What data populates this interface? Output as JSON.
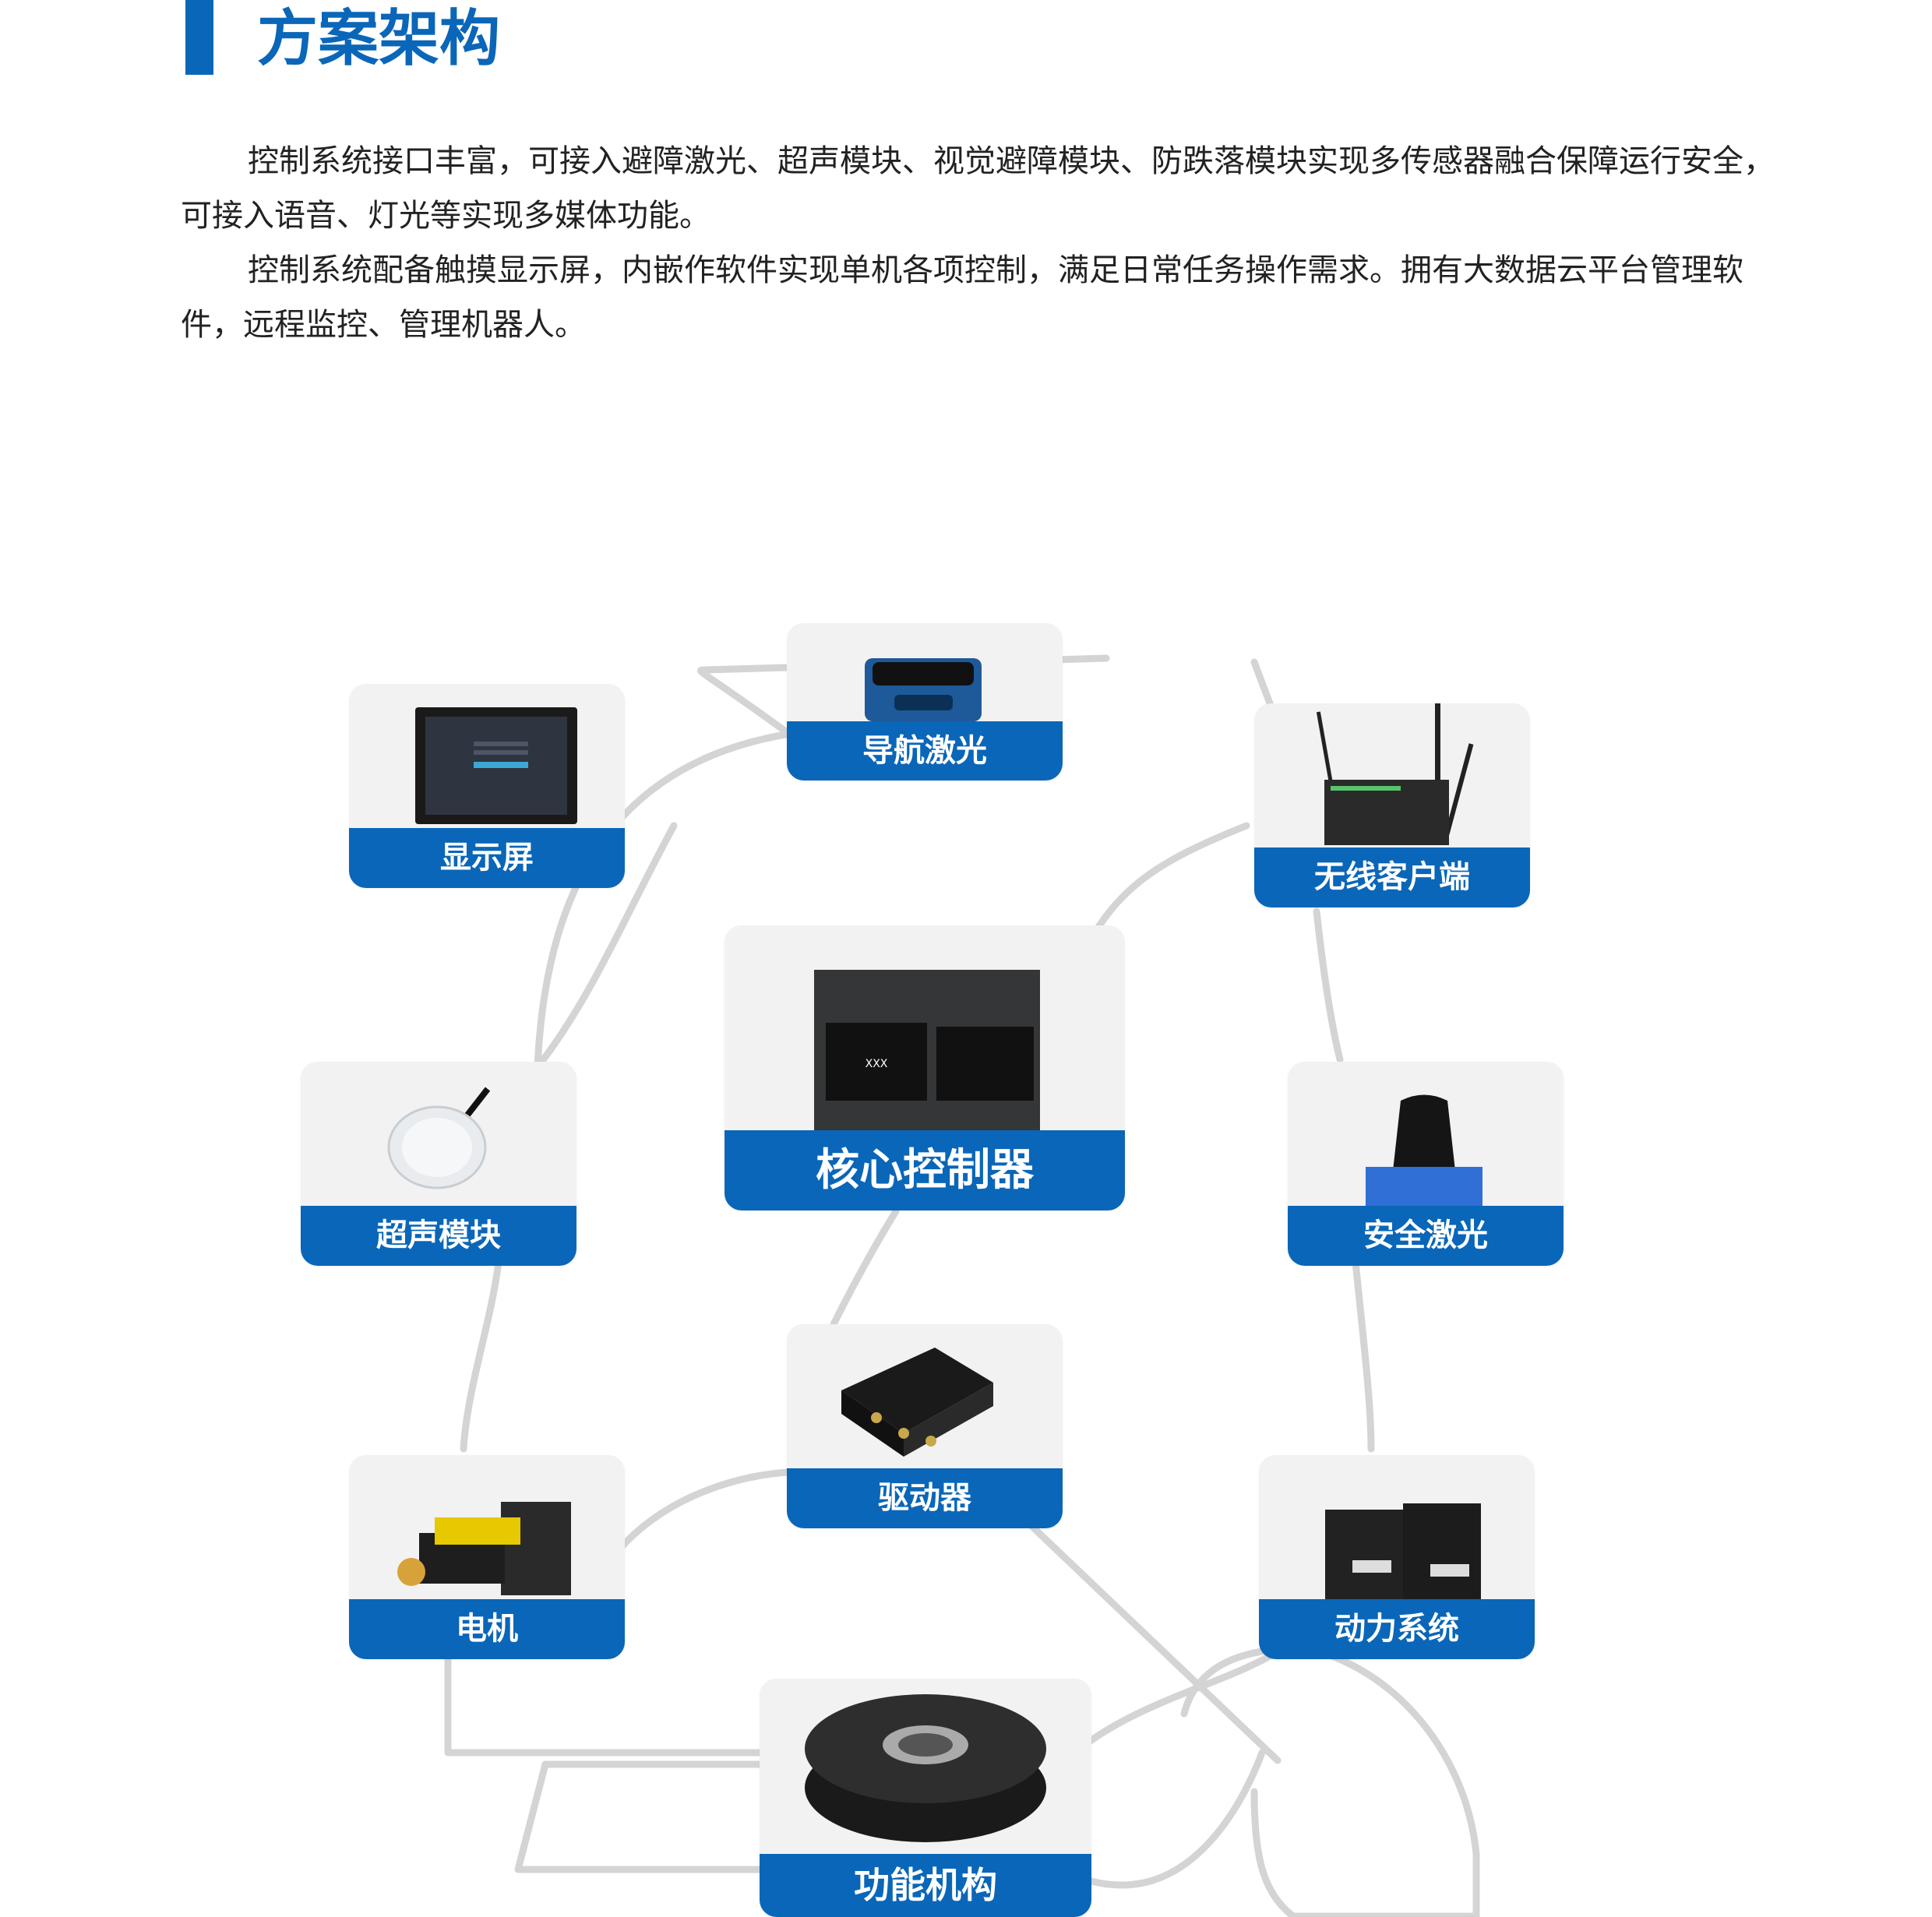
{
  "header": {
    "title": "方案架构"
  },
  "intro": {
    "paragraph1": "控制系统接口丰富，可接入避障激光、超声模块、视觉避障模块、防跌落模块实现多传感器融合保障运行安全，可接入语音、灯光等实现多媒体功能。",
    "paragraph2": "控制系统配备触摸显示屏，内嵌作软件实现单机各项控制，满足日常任务操作需求。拥有大数据云平台管理软件，远程监控、管理机器人。"
  },
  "diagram": {
    "core": {
      "label": "核心控制器",
      "screen_text": "XXX"
    },
    "modules": [
      {
        "id": "nav-laser",
        "label": "导航激光",
        "icon": "lidar-icon"
      },
      {
        "id": "display",
        "label": "显示屏",
        "icon": "touchscreen-icon"
      },
      {
        "id": "wireless",
        "label": "无线客户端",
        "icon": "router-icon"
      },
      {
        "id": "ultrasonic",
        "label": "超声模块",
        "icon": "ultrasonic-sensor-icon"
      },
      {
        "id": "safety-laser",
        "label": "安全激光",
        "icon": "safety-scanner-icon"
      },
      {
        "id": "driver",
        "label": "驱动器",
        "icon": "motor-driver-icon"
      },
      {
        "id": "motor",
        "label": "电机",
        "icon": "motor-icon"
      },
      {
        "id": "power",
        "label": "动力系统",
        "icon": "battery-icon"
      },
      {
        "id": "function",
        "label": "功能机构",
        "icon": "brush-icon"
      }
    ]
  },
  "colors": {
    "accent": "#0a66b8",
    "card_bg": "#f2f2f2",
    "connector": "#d4d4d4"
  }
}
